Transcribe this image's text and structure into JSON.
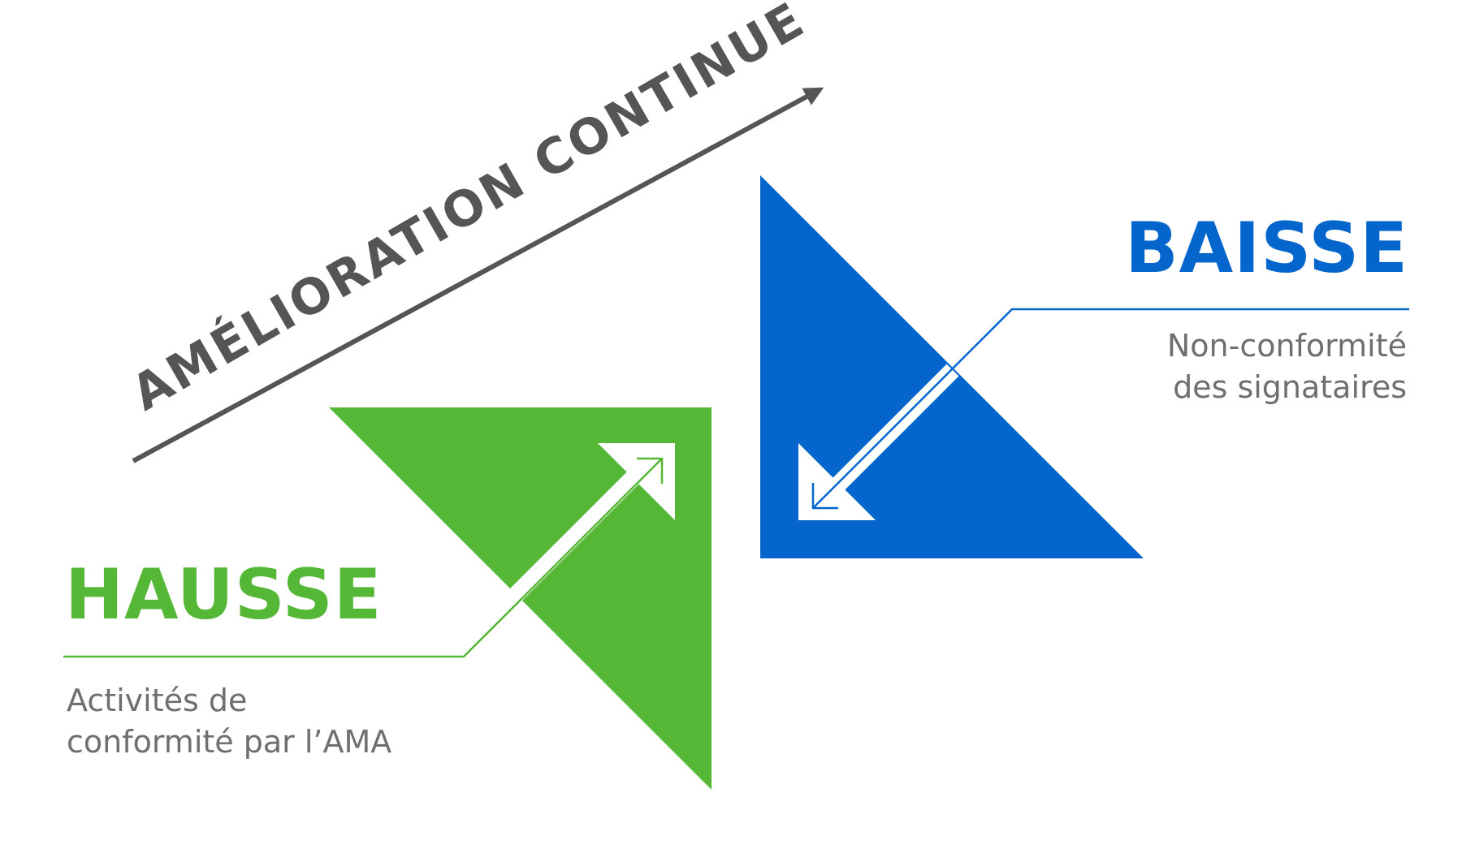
{
  "banner": {
    "label": "AMÉLIORATION CONTINUE"
  },
  "baisse": {
    "heading": "BAISSE",
    "lines": [
      "Non-conformité",
      "des signataires"
    ]
  },
  "hausse": {
    "heading": "HAUSSE",
    "lines": [
      "Activités de",
      "conformité par l’AMA"
    ]
  },
  "colors": {
    "green": "#55B736",
    "blue": "#0466CC",
    "gray_text": "#6F6F6F",
    "arrow_gray": "#555555"
  },
  "icons": {
    "up_arrow": "diagonal-up-right-arrow-icon",
    "down_arrow": "diagonal-down-left-arrow-icon",
    "trend_arrow": "trend-arrow-icon"
  }
}
